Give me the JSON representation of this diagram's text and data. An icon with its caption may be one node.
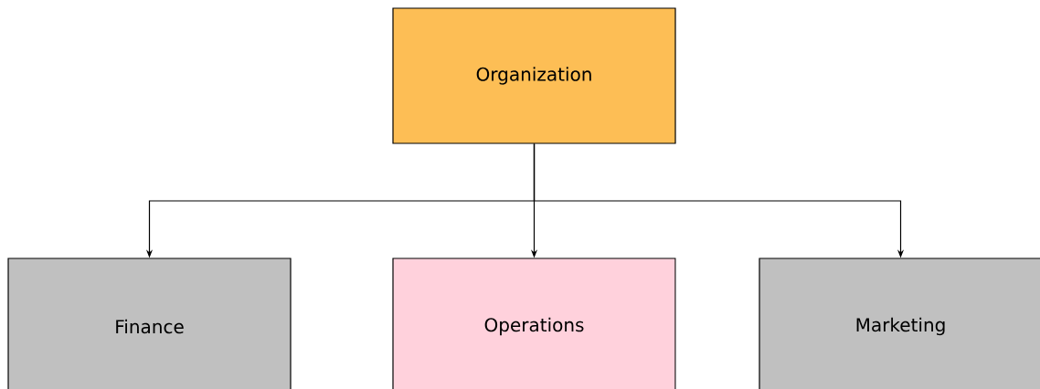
{
  "diagram": {
    "nodes": [
      {
        "text": [
          "Organization"
        ]
      },
      {
        "text": [
          "Finance"
        ]
      },
      {
        "text": [
          "Operations"
        ]
      },
      {
        "text": [
          "Marketing"
        ]
      }
    ],
    "edges": [
      {
        "from": 0,
        "to": 1,
        "arrow": "to"
      },
      {
        "from": 0,
        "to": 2,
        "arrow": "to"
      },
      {
        "from": 0,
        "to": 3,
        "arrow": "to"
      }
    ]
  }
}
